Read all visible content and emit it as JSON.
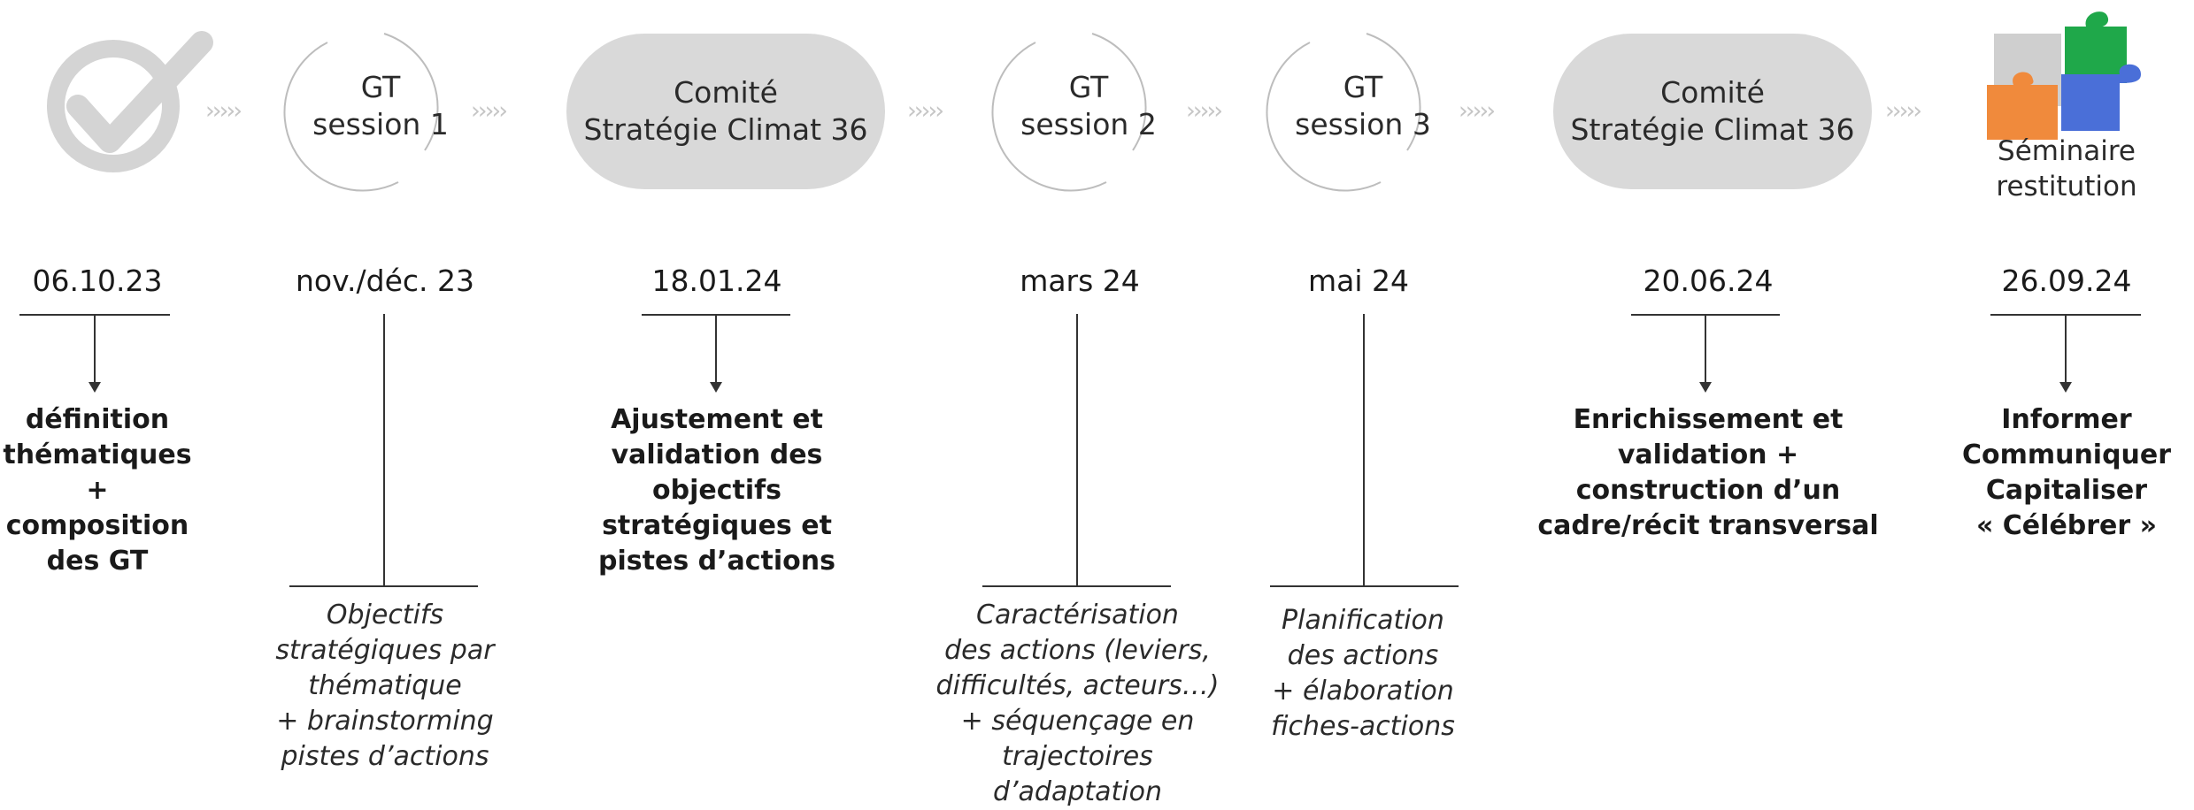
{
  "stages": [
    {
      "icon": "check-icon"
    },
    {
      "line1": "GT",
      "line2": "session 1"
    },
    {
      "line1": "Comité",
      "line2": "Stratégie Climat 36"
    },
    {
      "line1": "GT",
      "line2": "session 2"
    },
    {
      "line1": "GT",
      "line2": "session 3"
    },
    {
      "line1": "Comité",
      "line2": "Stratégie Climat 36"
    },
    {
      "icon": "puzzle-icon",
      "line1": "Séminaire",
      "line2": "restitution"
    }
  ],
  "chevrons": "›››››",
  "dates": [
    "06.10.23",
    "nov./déc. 23",
    "18.01.24",
    "mars 24",
    "mai 24",
    "20.06.24",
    "26.09.24"
  ],
  "outcomes": {
    "d1": [
      "définition",
      "thématiques",
      "+",
      "composition",
      "des GT"
    ],
    "d3": [
      "Ajustement et",
      "validation des",
      "objectifs",
      "stratégiques et",
      "pistes d’actions"
    ],
    "d6": [
      "Enrichissement et",
      "validation +",
      "construction d’un",
      "cadre/récit transversal"
    ],
    "d7": [
      "Informer",
      "Communiquer",
      "Capitaliser",
      "« Célébrer »"
    ]
  },
  "work_items": {
    "d2": [
      "Objectifs",
      "stratégiques par",
      "thématique",
      "+ brainstorming",
      "pistes d’actions"
    ],
    "d4": [
      "Caractérisation",
      "des actions (leviers,",
      "difficultés, acteurs…)",
      "+ séquençage en",
      "trajectoires",
      "d’adaptation"
    ],
    "d5": [
      "Planification",
      "des actions",
      "+ élaboration",
      "fiches-actions"
    ]
  },
  "colors": {
    "pill": "#d9d9d9",
    "circle_outline": "#bdbdbd",
    "check": "#d4d4d4",
    "chevron": "#c6c6c6",
    "puzzle_gray": "#cfcfcf",
    "puzzle_green": "#1fa84a",
    "puzzle_orange": "#f08a3c",
    "puzzle_blue": "#4a6fd8"
  }
}
